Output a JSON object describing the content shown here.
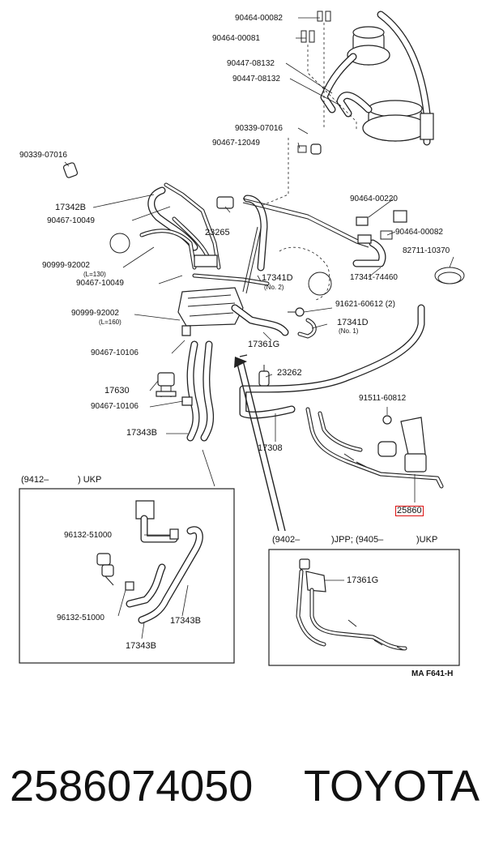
{
  "labels": {
    "l_90464_00082a": "90464-00082",
    "l_90464_00081": "90464-00081",
    "l_90447_08132a": "90447-08132",
    "l_90447_08132b": "90447-08132",
    "l_90339_07016a": "90339-07016",
    "l_90467_12049": "90467-12049",
    "l_90339_07016b": "90339-07016",
    "l_17342b": "17342B",
    "l_90467_10049a": "90467-10049",
    "l_23265": "23265",
    "l_90464_00220": "90464-00220",
    "l_90464_00082b": "90464-00082",
    "l_82711_10370": "82711-10370",
    "l_90999_92002a": "90999-92002",
    "l_l130": "(L=130)",
    "l_90467_10049b": "90467-10049",
    "l_17341d_no2": "17341D",
    "l_no2": "(No. 2)",
    "l_17341_74460": "17341-74460",
    "l_91621_60612": "91621-60612 (2)",
    "l_90999_92002b": "90999-92002",
    "l_l160": "(L=160)",
    "l_17341d_no1": "17341D",
    "l_no1": "(No. 1)",
    "l_17361g": "17361G",
    "l_90467_10106a": "90467-10106",
    "l_23262": "23262",
    "l_17630": "17630",
    "l_91511_60812": "91511-60812",
    "l_90467_10106b": "90467-10106",
    "l_17343b": "17343B",
    "l_17308": "17308",
    "l_25860": "25860"
  },
  "inset_left": {
    "title_left": "(9412–",
    "title_right": ") UKP",
    "l_96132_51000a": "96132-51000",
    "l_96132_51000b": "96132-51000",
    "l_17343b_a": "17343B",
    "l_17343b_b": "17343B"
  },
  "inset_right": {
    "title_a": "(9402–",
    "title_b": ")JPP; (9405–",
    "title_c": ")UKP",
    "l_17361g": "17361G"
  },
  "ref_code": "MA F641-H",
  "footer": {
    "part_number": "2586074050",
    "brand": "TOYOTA"
  },
  "colors": {
    "highlight": "#dd1111",
    "ink": "#222222"
  }
}
